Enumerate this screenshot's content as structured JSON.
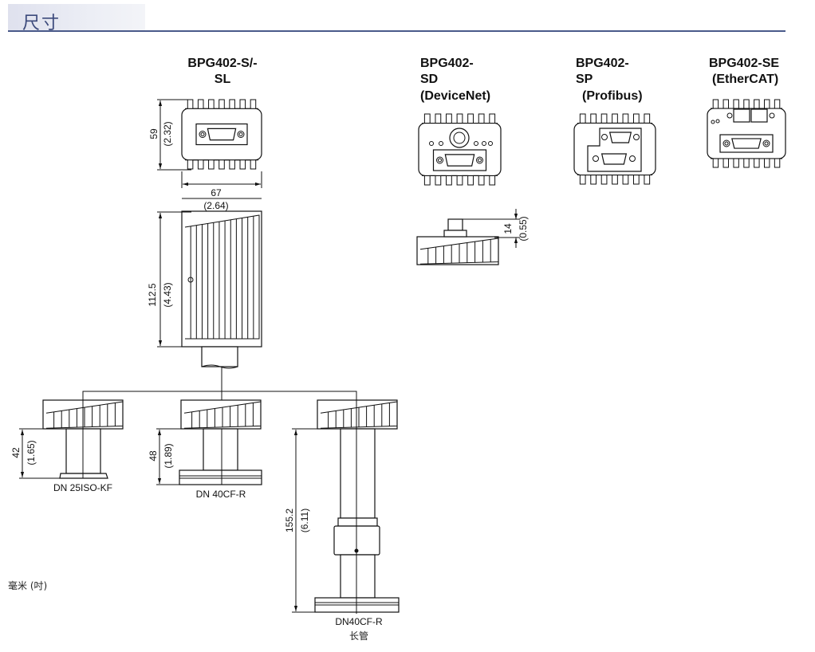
{
  "header": {
    "title": "尺寸"
  },
  "models": {
    "s_sl": {
      "title_line1": "BPG402-S/-",
      "title_line2": "SL"
    },
    "sd": {
      "title_line1": "BPG402-",
      "title_line2": "SD",
      "subtitle": "(DeviceNet)"
    },
    "sp": {
      "title_line1": "BPG402-",
      "title_line2": "SP",
      "subtitle": "(Profibus)"
    },
    "se": {
      "title_line1": "BPG402-SE",
      "subtitle": "(EtherCAT)"
    }
  },
  "dimensions": {
    "height_mm": "59",
    "height_in": "(2.32)",
    "width_mm": "67",
    "width_in": "(2.64)",
    "length_mm": "112.5",
    "length_in": "(4.43)",
    "connector_mm": "14",
    "connector_in": "(0.55)",
    "kf_mm": "42",
    "kf_in": "(1.65)",
    "cf_mm": "48",
    "cf_in": "(1.89)",
    "long_mm": "155.2",
    "long_in": "(6.11)"
  },
  "flanges": {
    "kf": "DN 25ISO-KF",
    "cf": "DN 40CF-R",
    "cf_long": "DN40CF-R",
    "cf_long_note": "长管"
  },
  "units_note": "毫米 (吋)"
}
